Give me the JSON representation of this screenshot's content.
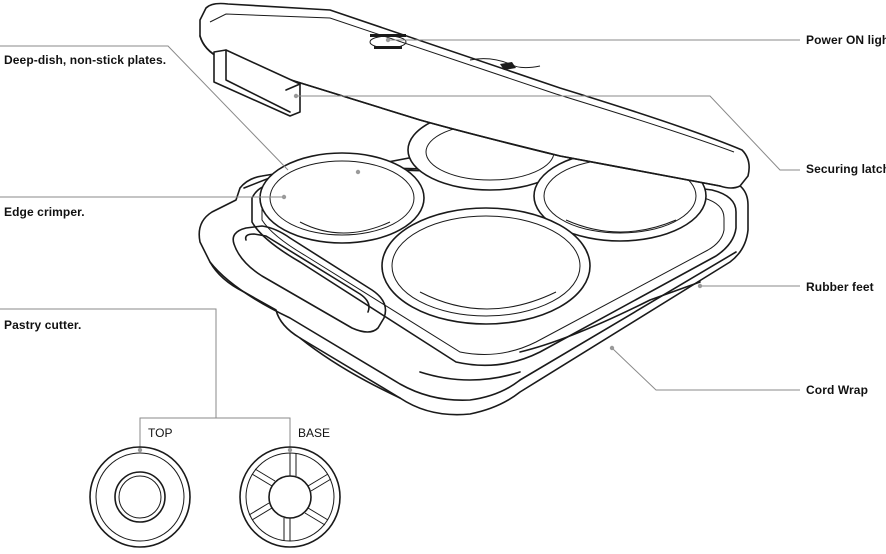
{
  "labels": {
    "power_on_light": "Power ON light",
    "deep_dish_plates": "Deep-dish, non-stick plates.",
    "securing_latch": "Securing latch",
    "edge_crimper": "Edge crimper.",
    "rubber_feet": "Rubber feet",
    "pastry_cutter": "Pastry cutter.",
    "cord_wrap": "Cord Wrap",
    "top": "TOP",
    "base": "BASE"
  },
  "colors": {
    "outline": "#1a1a1a",
    "leader_line": "#8a8a8a",
    "background": "#ffffff"
  }
}
